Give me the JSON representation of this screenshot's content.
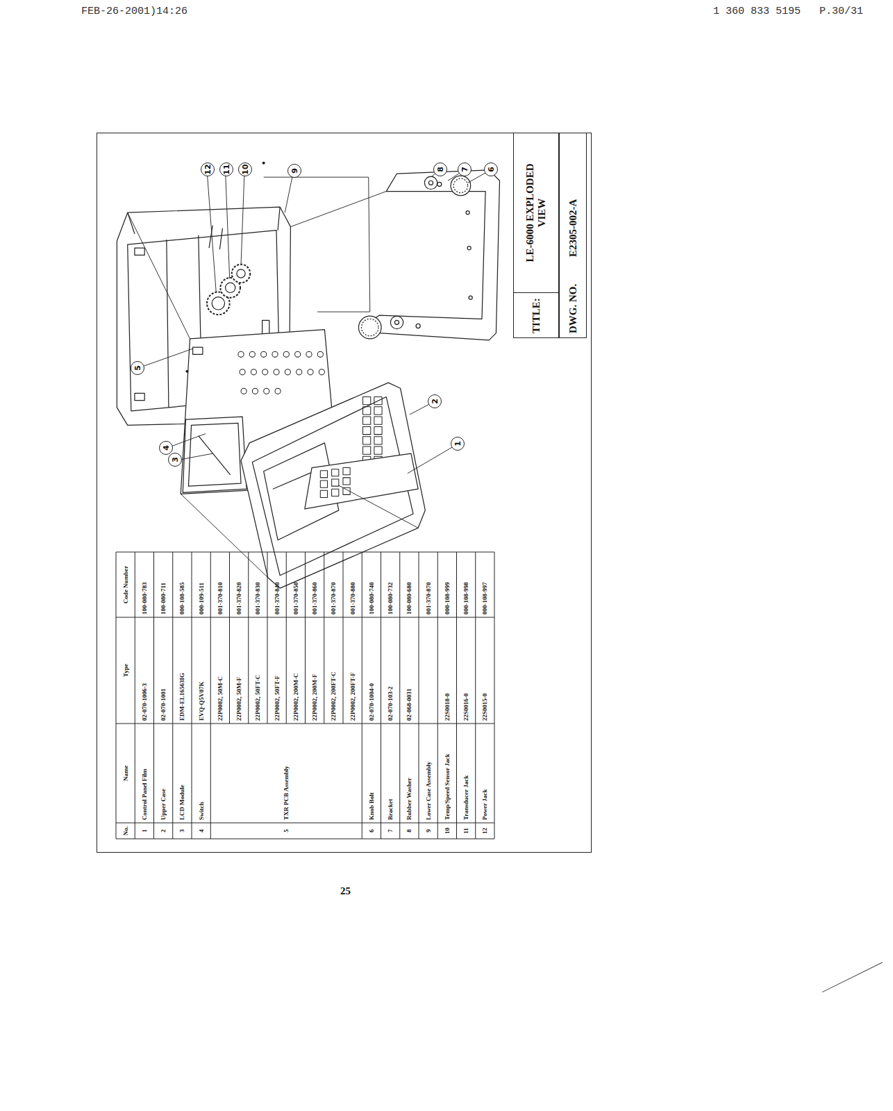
{
  "diagram": {
    "nodes": [
      {
        "text": [
          "TITLE:",
          "LE-6000 EXPLODED VIEW"
        ]
      },
      {
        "text": [
          "DWG. NO.",
          "E2305-002-A"
        ]
      },
      {
        "text": [
          "1"
        ]
      },
      {
        "text": [
          "2"
        ]
      },
      {
        "text": [
          "3"
        ]
      },
      {
        "text": [
          "4"
        ]
      },
      {
        "text": [
          "5"
        ]
      },
      {
        "text": [
          "6"
        ]
      },
      {
        "text": [
          "7"
        ]
      },
      {
        "text": [
          "8"
        ]
      },
      {
        "text": [
          "9"
        ]
      },
      {
        "text": [
          "10"
        ]
      },
      {
        "text": [
          "11"
        ]
      },
      {
        "text": [
          "12"
        ]
      }
    ],
    "labels": [
      "FEB-26-2001 14:26",
      ")",
      "1 360 833 5195",
      "P.30/31",
      "25",
      "No.",
      "Name",
      "Type",
      "Code Number",
      "1",
      "Control Panel Film",
      "02-070-1006-3",
      "100-080-783",
      "2",
      "Upper Case",
      "02-070-1001",
      "100-080-711",
      "3",
      "LCD Module",
      "EDM-EL16563IG",
      "000-108-585",
      "4",
      "Switch",
      "EVQ-Q5V07K",
      "000-109-511",
      "5",
      "TXR PCB Assembly",
      "22P0002, 50M-C",
      "001-370-810",
      "22P0002, 50M-F",
      "001-370-820",
      "22P0002, 50FT-C",
      "001-370-830",
      "22P0002, 50FT-F",
      "001-370-840",
      "22P0002, 200M-C",
      "001-370-850",
      "22P0002, 200M-F",
      "001-370-860",
      "22P0002, 200FT-C",
      "001-370-870",
      "22P0002, 200FT-F",
      "001-370-880",
      "6",
      "Knob Bolt",
      "02-070-1004-0",
      "100-080-740",
      "7",
      "Bracket",
      "02-070-103-2",
      "100-080-732",
      "8",
      "Rubber Washer",
      "02-068-0031",
      "100-080-680",
      "9",
      "Lower Case Assembly",
      "001-370-870",
      "10",
      "Temp/Speed Sensor Jack",
      "22S0018-0",
      "000-108-999",
      "11",
      "Transducer Jack",
      "22S0016-0",
      "000-108-998",
      "12",
      "Power Jack",
      "22S0015-0",
      "000-108-997"
    ]
  }
}
